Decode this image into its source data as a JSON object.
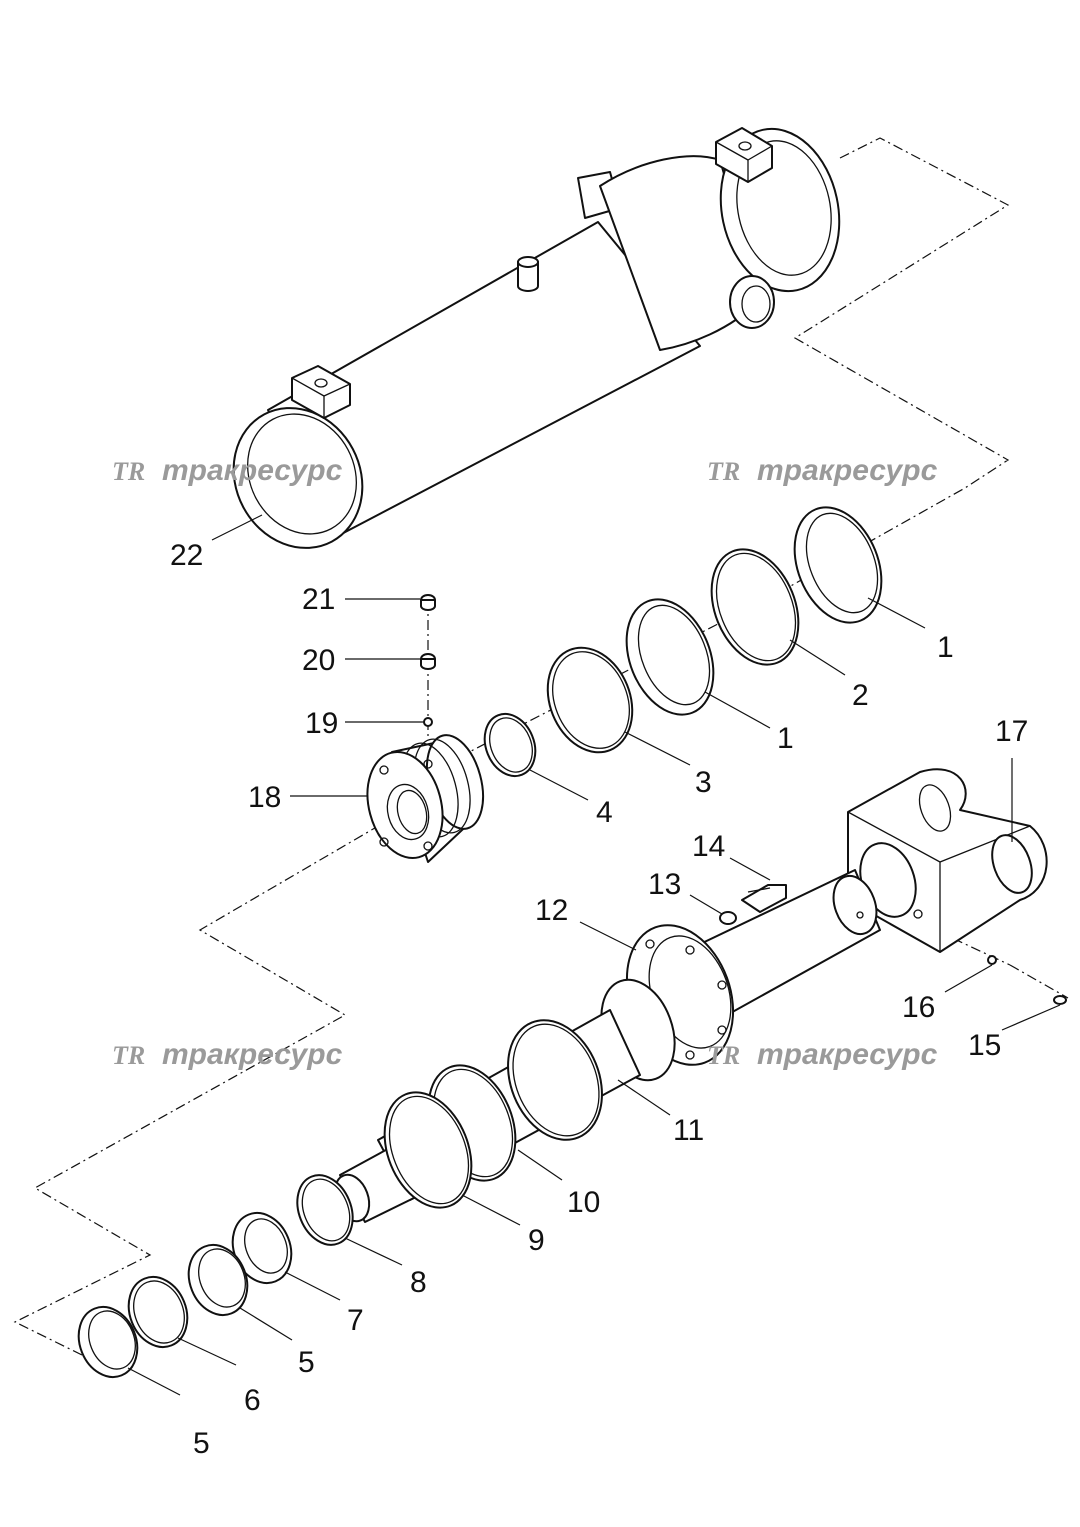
{
  "watermark": {
    "logo": "TR",
    "text": "тракресурс"
  },
  "callouts": {
    "p1a": "1",
    "p1b": "1",
    "p2": "2",
    "p3": "3",
    "p4": "4",
    "p5a": "5",
    "p5b": "5",
    "p6": "6",
    "p7": "7",
    "p8": "8",
    "p9": "9",
    "p10": "10",
    "p11": "11",
    "p12": "12",
    "p13": "13",
    "p14": "14",
    "p15": "15",
    "p16": "16",
    "p17": "17",
    "p18": "18",
    "p19": "19",
    "p20": "20",
    "p21": "21",
    "p22": "22"
  }
}
